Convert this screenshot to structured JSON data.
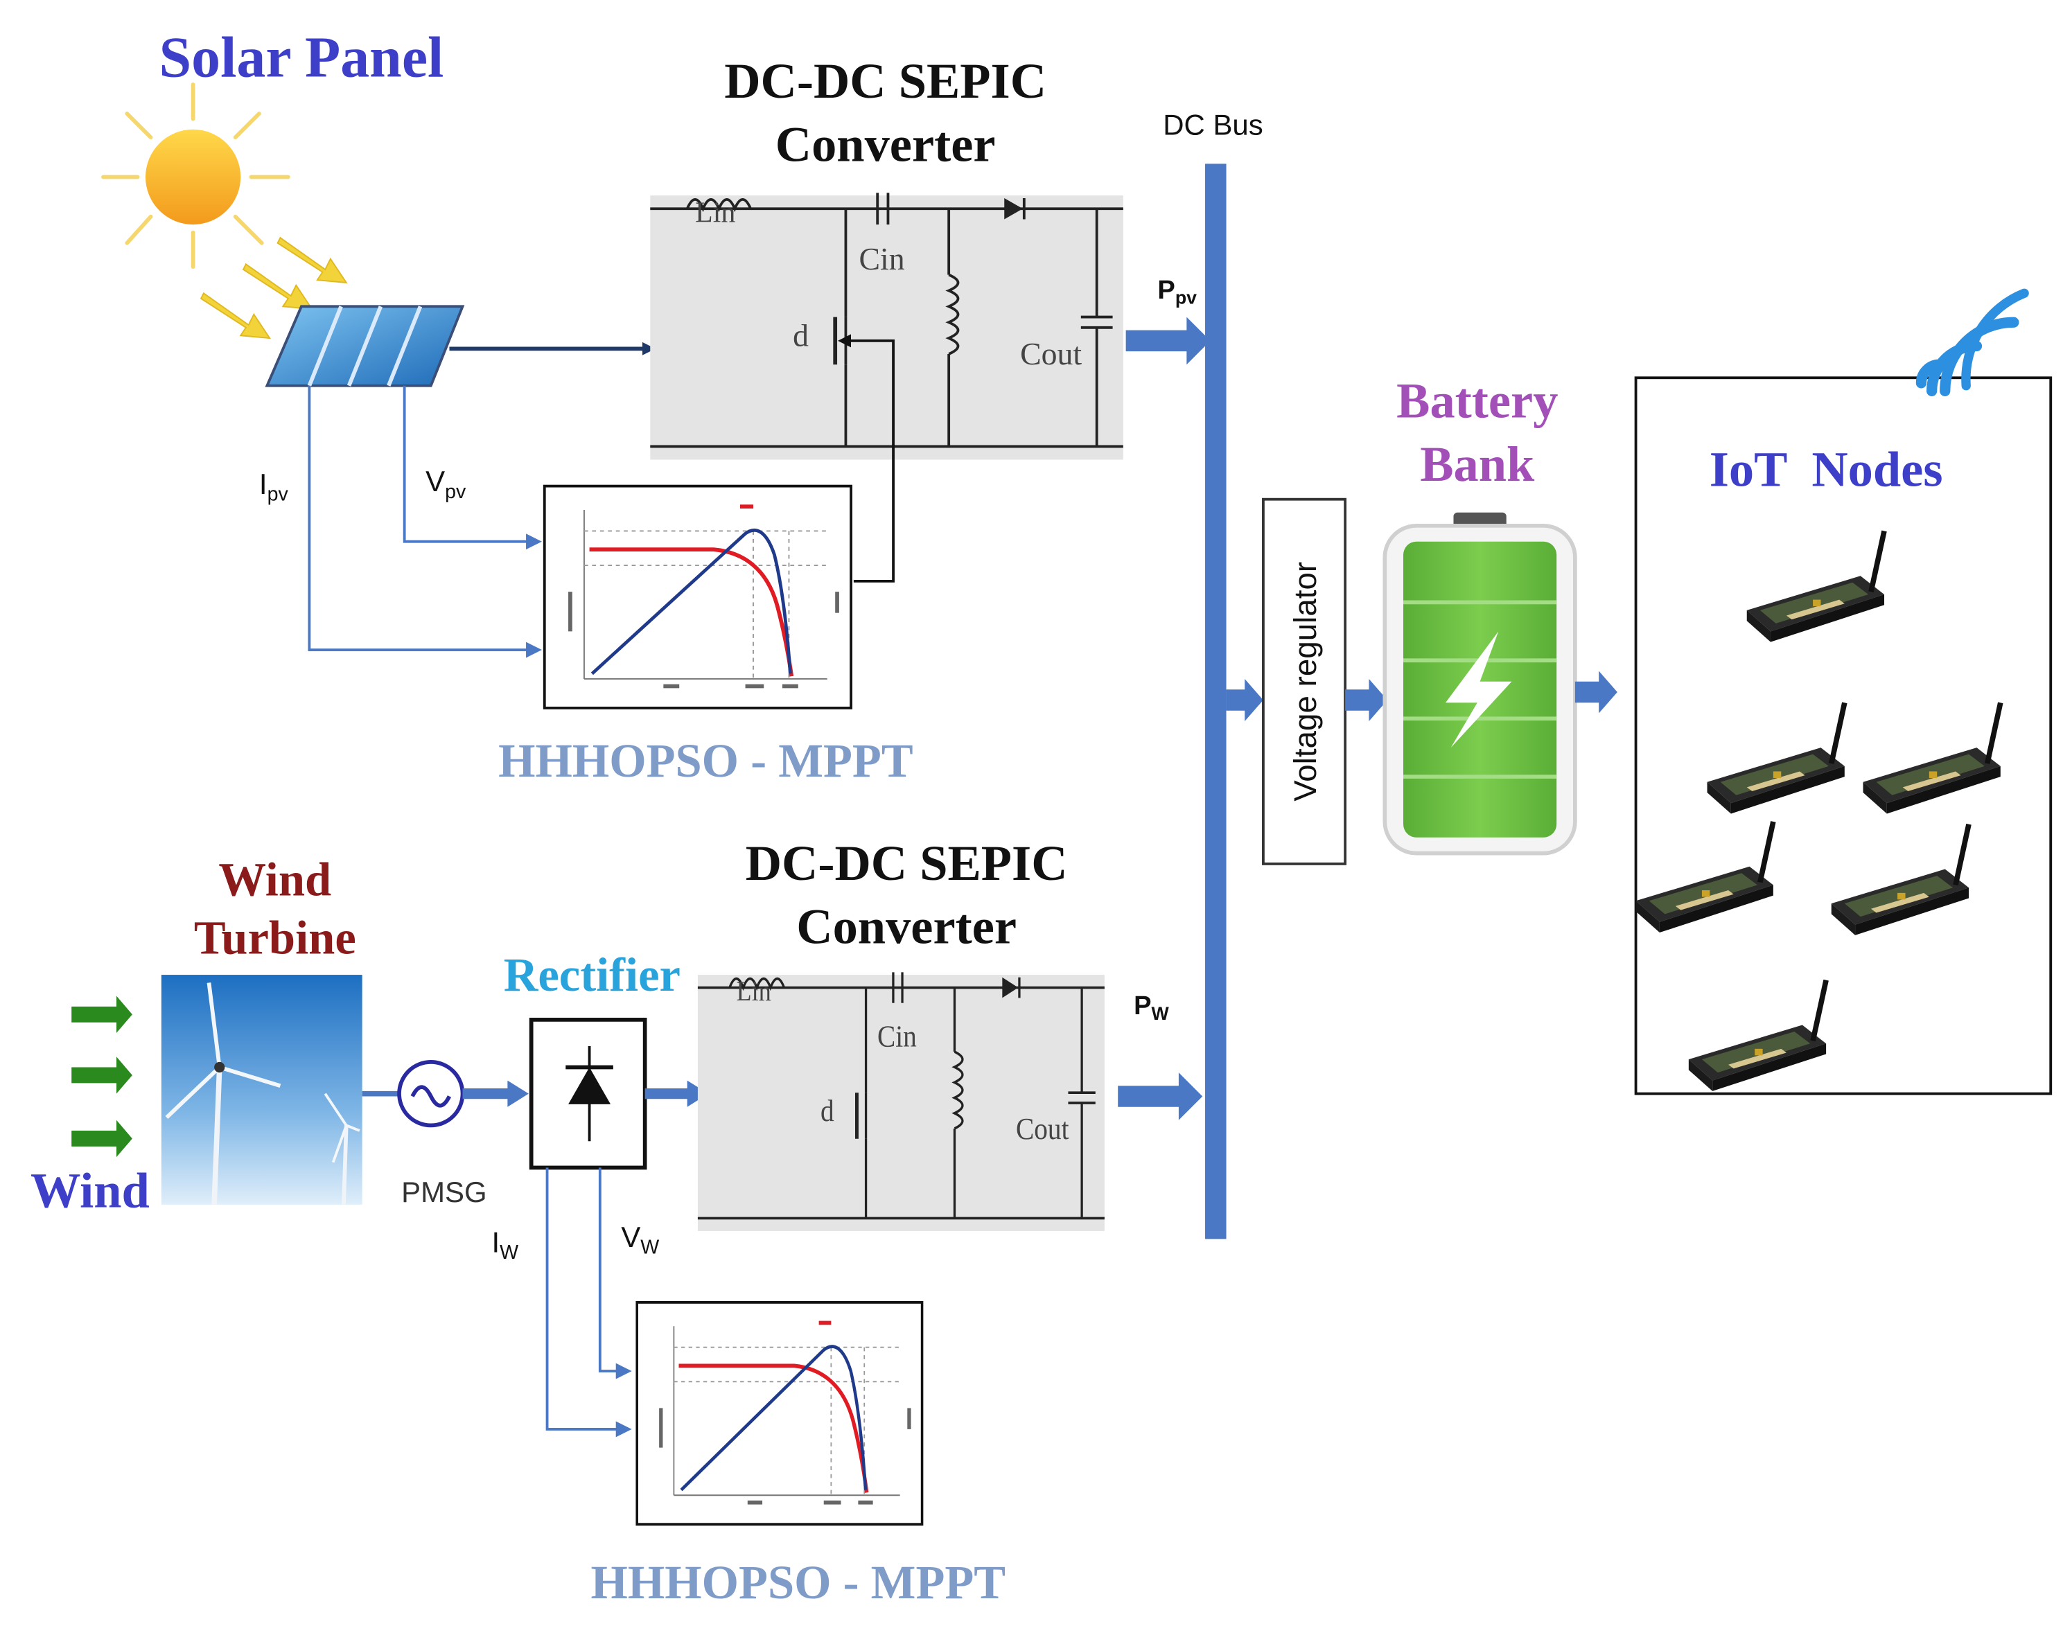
{
  "solar": {
    "title": "Solar Panel",
    "converter_line1": "DC-DC SEPIC",
    "converter_line2": "Converter",
    "current_label": "I",
    "current_sub": "pv",
    "voltage_label": "V",
    "voltage_sub": "pv",
    "power_label": "P",
    "power_sub": "pv",
    "mppt_label": "HHHOPSO - MPPT"
  },
  "wind": {
    "title_line1": "Wind",
    "title_line2": "Turbine",
    "wind_label": "Wind",
    "generator_label": "PMSG",
    "rectifier_label": "Rectifier",
    "converter_line1": "DC-DC SEPIC",
    "converter_line2": "Converter",
    "current_label": "I",
    "current_sub": "W",
    "voltage_label": "V",
    "voltage_sub": "W",
    "power_label": "P",
    "power_sub": "W",
    "mppt_label": "HHHOPSO - MPPT"
  },
  "sepic": {
    "lin": "Lin",
    "cin": "Cin",
    "cout": "Cout",
    "d": "d"
  },
  "bus": {
    "label": "DC Bus"
  },
  "regulator": {
    "label": "Voltage regulator"
  },
  "battery": {
    "line1": "Battery",
    "line2": "Bank"
  },
  "iot": {
    "title": "IoT  Nodes"
  },
  "colors": {
    "title_blue": "#3d3fc8",
    "wind_red": "#8b1a1a",
    "rectifier_cyan": "#29a3dc",
    "mppt_lightblue": "#7f9cc8",
    "battery_purple": "#a24fb8",
    "bus_blue": "#4a78c4",
    "arrow_navy": "#1f3a68",
    "battery_green": "#6fbf44"
  }
}
